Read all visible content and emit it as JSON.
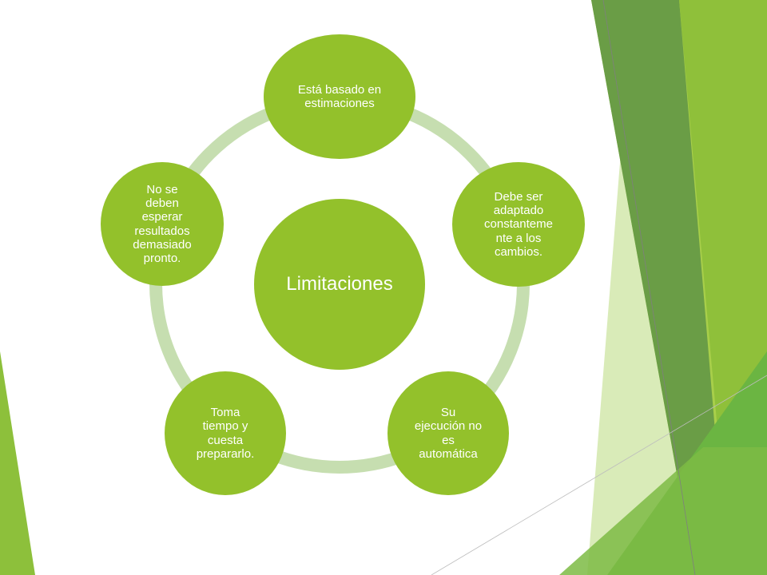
{
  "diagram": {
    "center": {
      "label": "Limitaciones"
    },
    "nodes": [
      {
        "label": "Está basado en\nestimaciones"
      },
      {
        "label": "Debe ser\nadaptado\nconstanteme\nnte a los\ncambios."
      },
      {
        "label": "Su\nejecución no\nes\nautomática"
      },
      {
        "label": "Toma\ntiempo y\ncuesta\nprepararlo."
      },
      {
        "label": "No se\ndeben\nesperar\nresultados\ndemasiado\npronto."
      }
    ]
  },
  "colors": {
    "node": "#93c12b",
    "ring": "#c6deb0",
    "text": "#ffffff",
    "accent_dark": "#5f9a3a",
    "accent_light": "#a8cf4a"
  }
}
